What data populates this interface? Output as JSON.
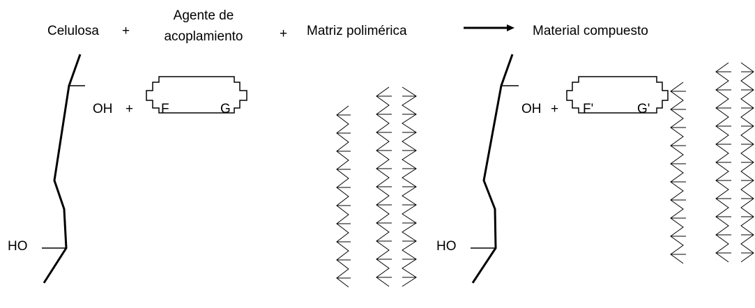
{
  "header": {
    "celulosa": "Celulosa",
    "plus1": "+",
    "agente_line1": "Agente de",
    "agente_line2": "acoplamiento",
    "plus2": "+",
    "matriz": "Matriz polimérica",
    "producto": "Material compuesto"
  },
  "reactants": {
    "oh": "OH",
    "plus": "+",
    "ho": "HO",
    "f": "F",
    "g": "G"
  },
  "product": {
    "oh": "OH",
    "plus": "+",
    "ho": "HO",
    "f": "F'",
    "g": "G'"
  },
  "colors": {
    "ink": "#000000",
    "background": "#ffffff"
  },
  "icons": {
    "reaction_arrow": "right-arrow-icon"
  }
}
